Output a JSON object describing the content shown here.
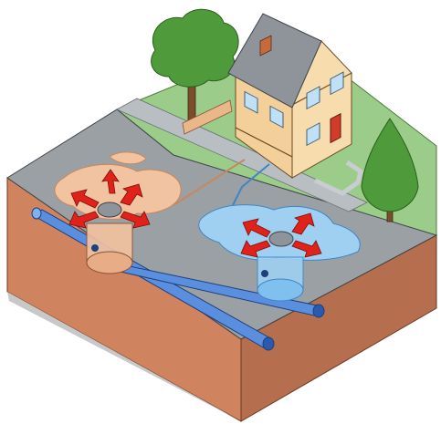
{
  "scene": {
    "kind": "isometric cutaway of street with sewer and drainage",
    "elements": [
      "house",
      "deciduous-tree",
      "conifer-tree",
      "road-surface",
      "soil-cutaway",
      "sewer-pipe",
      "storm-pipe",
      "sewer-manhole",
      "storm-manhole",
      "overflow-arrows"
    ],
    "colors": {
      "soil": "#cf845f",
      "soil_side": "#b66f4e",
      "road": "#9aa0a4",
      "grass": "#9ccc8a",
      "pipe": "#5a8fe0",
      "sewage": "#f2c3a0",
      "storm_water": "#9fd0f2",
      "arrow": "#e0221a",
      "house_wall": "#f3cf9a",
      "roof": "#8e9499"
    }
  }
}
